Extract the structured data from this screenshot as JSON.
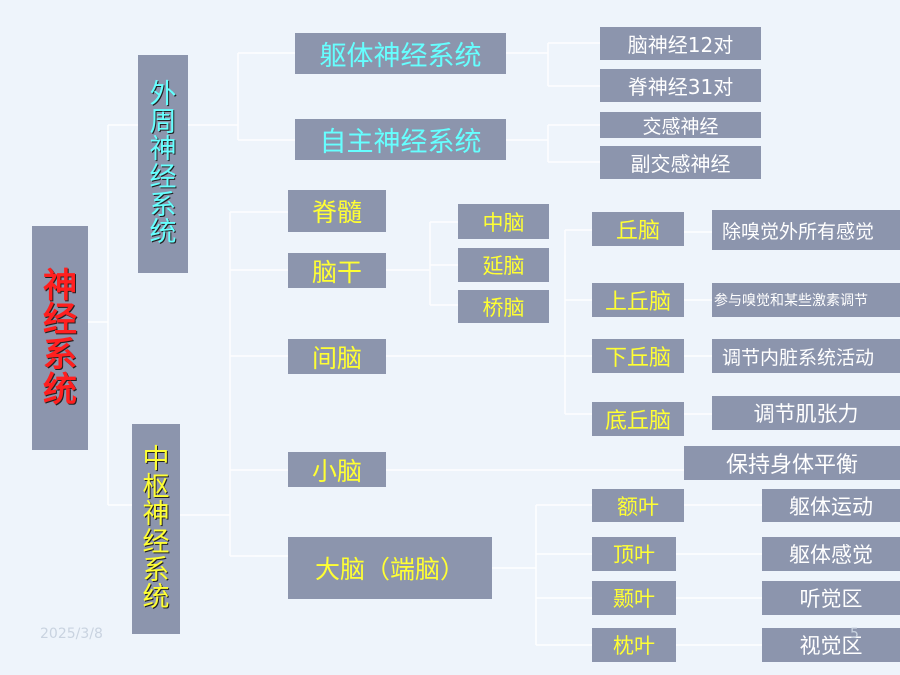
{
  "root": "神经系统",
  "peripheral": {
    "title": "外周神经系统",
    "somatic": {
      "label": "躯体神经系统",
      "items": [
        "脑神经12对",
        "脊神经31对"
      ]
    },
    "autonomic": {
      "label": "自主神经系统",
      "items": [
        "交感神经",
        "副交感神经"
      ]
    }
  },
  "central": {
    "title": "中枢神经系统",
    "spinal_cord": "脊髓",
    "brainstem": {
      "label": "脑干",
      "items": [
        "中脑",
        "延脑",
        "桥脑"
      ]
    },
    "diencephalon": {
      "label": "间脑",
      "parts": [
        {
          "name": "丘脑",
          "function": "除嗅觉外所有感觉"
        },
        {
          "name": "上丘脑",
          "function": "参与嗅觉和某些激素调节"
        },
        {
          "name": "下丘脑",
          "function": "调节内脏系统活动"
        },
        {
          "name": "底丘脑",
          "function": "调节肌张力"
        }
      ]
    },
    "cerebellum": {
      "label": "小脑",
      "function": "保持身体平衡"
    },
    "cerebrum": {
      "label": "大脑（端脑）",
      "lobes": [
        {
          "name": "额叶",
          "function": "躯体运动"
        },
        {
          "name": "顶叶",
          "function": "躯体感觉"
        },
        {
          "name": "颞叶",
          "function": "听觉区"
        },
        {
          "name": "枕叶",
          "function": "视觉区"
        }
      ]
    }
  },
  "footer": {
    "date": "2025/3/8",
    "page": "5"
  }
}
